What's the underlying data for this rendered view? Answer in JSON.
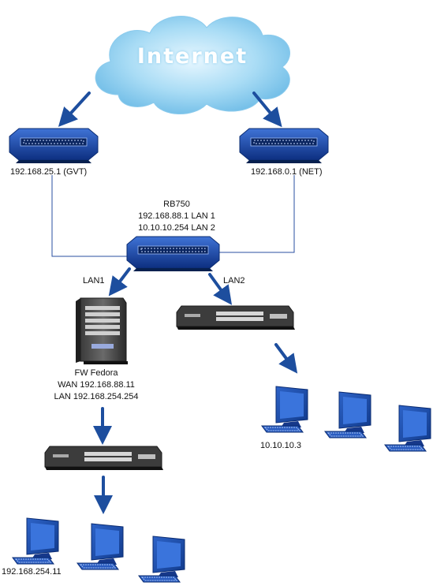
{
  "cloud": {
    "label": "Internet"
  },
  "routers": {
    "gvt": {
      "label": "192.168.25.1 (GVT)"
    },
    "net": {
      "label": "192.168.0.1 (NET)"
    },
    "rb750": {
      "lines": [
        "RB750",
        "192.168.88.1 LAN 1",
        "10.10.10.254 LAN 2"
      ]
    }
  },
  "links": {
    "lan1": "LAN1",
    "lan2": "LAN2"
  },
  "firewall": {
    "lines": [
      "FW Fedora",
      "WAN 192.168.88.11",
      "LAN 192.168.254.254"
    ]
  },
  "computers": {
    "lan2_label": "10.10.10.3",
    "lan1_label": "192.168.254.11"
  },
  "colors": {
    "arrow": "#1d4e9e",
    "router_body": "#1846a8",
    "router_dark": "#0b2c72",
    "cloud": "#9fd6f2",
    "monitor": "#2356b0",
    "switch_body": "#3a3a3a",
    "line": "#2a4fa0"
  }
}
